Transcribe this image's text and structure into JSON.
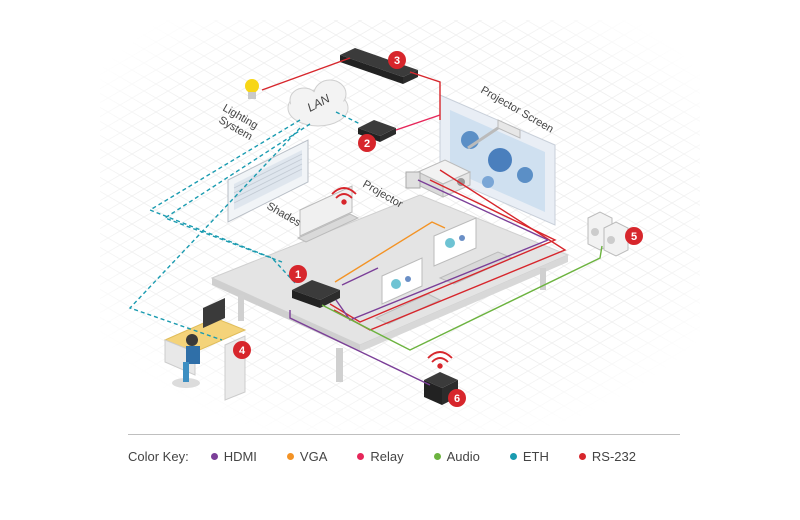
{
  "labels": {
    "lighting_system_line1": "Lighting",
    "lighting_system_line2": "System",
    "lan": "LAN",
    "projector_screen": "Projector Screen",
    "projector": "Projector",
    "shades": "Shades"
  },
  "badges": [
    "1",
    "2",
    "3",
    "4",
    "5",
    "6"
  ],
  "color_key": {
    "title": "Color Key:",
    "items": [
      {
        "label": "HDMI",
        "color": "#7b3f98"
      },
      {
        "label": "VGA",
        "color": "#f39325"
      },
      {
        "label": "Relay",
        "color": "#e6275a"
      },
      {
        "label": "Audio",
        "color": "#6cb33f"
      },
      {
        "label": "ETH",
        "color": "#1a9bb0"
      },
      {
        "label": "RS-232",
        "color": "#d7262c"
      }
    ]
  },
  "colors": {
    "badge": "#d7262c",
    "hdmi": "#7b3f98",
    "vga": "#f39325",
    "relay": "#e6275a",
    "audio": "#6cb33f",
    "eth": "#1a9bb0",
    "rs232": "#d7262c"
  }
}
